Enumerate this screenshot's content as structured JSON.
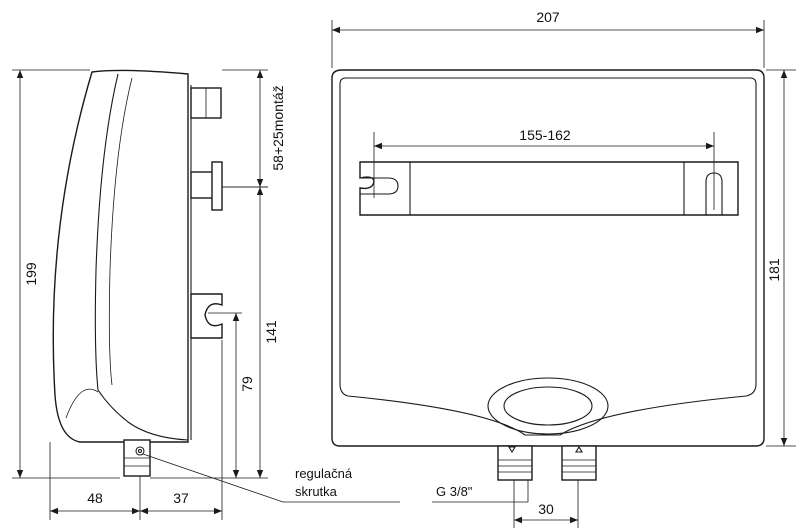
{
  "dimensions": {
    "width_top": "207",
    "height_right": "181",
    "bracket_span": "155-162",
    "height_left": "199",
    "mount_offset": "58+25montáž",
    "height_141": "141",
    "height_79": "79",
    "depth_48": "48",
    "depth_37": "37",
    "pipe_spacing": "30"
  },
  "labels": {
    "screw_line1": "regulačná",
    "screw_line2": "skrutka",
    "thread": "G 3/8\""
  },
  "colors": {
    "line": "#1a1a1a",
    "background": "#ffffff"
  }
}
